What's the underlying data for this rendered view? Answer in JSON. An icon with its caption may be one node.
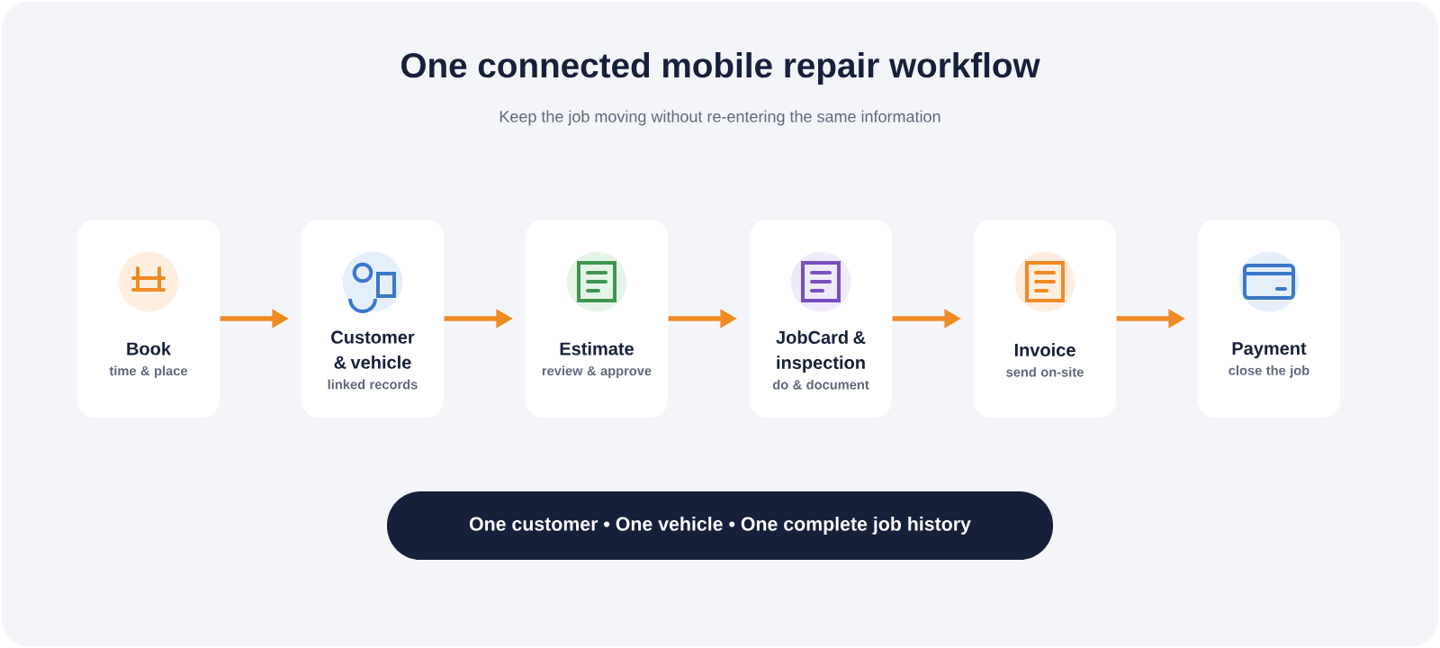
{
  "diagram": {
    "title": "One connected mobile repair workflow",
    "nodes": [
      {
        "text": [
          "Book",
          "time & place"
        ]
      },
      {
        "text": [
          "Customer & vehicle",
          "linked records"
        ]
      },
      {
        "text": [
          "Estimate",
          "review & approve"
        ]
      },
      {
        "text": [
          "JobCard & inspection",
          "do & document"
        ]
      },
      {
        "text": [
          "Invoice",
          "send on-site"
        ]
      },
      {
        "text": [
          "Payment",
          "close the job"
        ]
      },
      {
        "text": [
          "One customer • One vehicle • One complete job history"
        ]
      }
    ],
    "edges": [
      {
        "from": 0,
        "to": 1,
        "arrow": "to"
      },
      {
        "from": 1,
        "to": 2,
        "arrow": "to"
      },
      {
        "from": 2,
        "to": 3,
        "arrow": "to"
      },
      {
        "from": 3,
        "to": 4,
        "arrow": "to"
      },
      {
        "from": 4,
        "to": 5,
        "arrow": "to"
      }
    ],
    "labels": [
      "Keep the job moving without re-entering the same information"
    ]
  }
}
